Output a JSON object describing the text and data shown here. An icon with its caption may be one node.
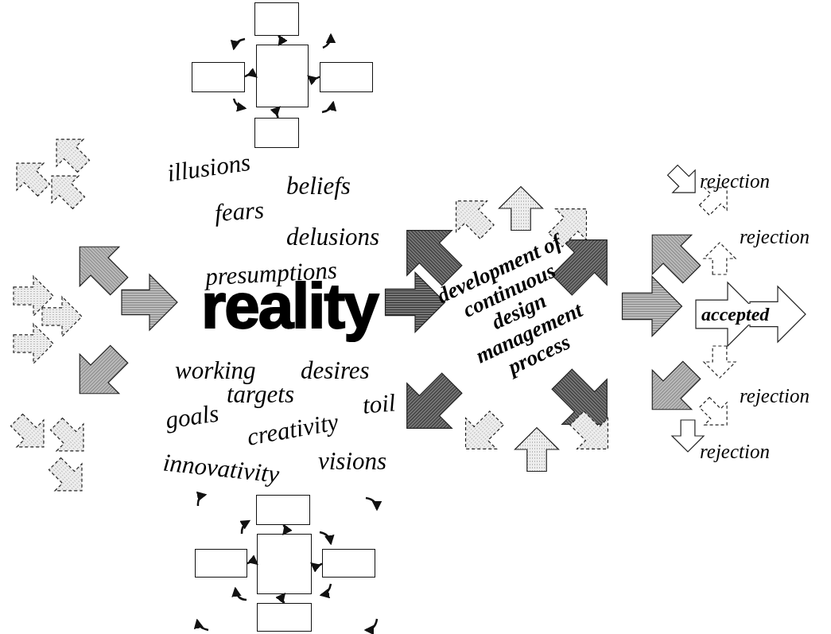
{
  "diagram": {
    "nodes": [
      {
        "text": [],
        "shape": "box"
      },
      {
        "text": [],
        "shape": "box"
      },
      {
        "text": [],
        "shape": "box"
      },
      {
        "text": [],
        "shape": "box"
      },
      {
        "text": [],
        "shape": "box"
      },
      {
        "text": [],
        "shape": "box"
      },
      {
        "text": [],
        "shape": "box"
      },
      {
        "text": [],
        "shape": "box"
      },
      {
        "text": [],
        "shape": "box"
      },
      {
        "text": [],
        "shape": "box"
      }
    ],
    "edges": [
      {
        "from": 0,
        "to": 2,
        "arrow": "to"
      },
      {
        "from": 1,
        "to": 2,
        "arrow": "to"
      },
      {
        "from": 3,
        "to": 2,
        "arrow": "to"
      },
      {
        "from": 4,
        "to": 2,
        "arrow": "to"
      },
      {
        "from": 5,
        "to": 7,
        "arrow": "to"
      },
      {
        "from": 6,
        "to": 7,
        "arrow": "to"
      },
      {
        "from": 8,
        "to": 7,
        "arrow": "to"
      },
      {
        "from": 9,
        "to": 7,
        "arrow": "to"
      }
    ],
    "labels": [
      "illusions",
      "beliefs",
      "rejection",
      "fears",
      "delusions",
      "rejection",
      "presumptions",
      "reality",
      "development of continuous design management process",
      "accepted",
      "working",
      "desires",
      "targets",
      "toil",
      "rejection",
      "goals",
      "creativity",
      "innovativity",
      "visions",
      "rejection"
    ]
  }
}
